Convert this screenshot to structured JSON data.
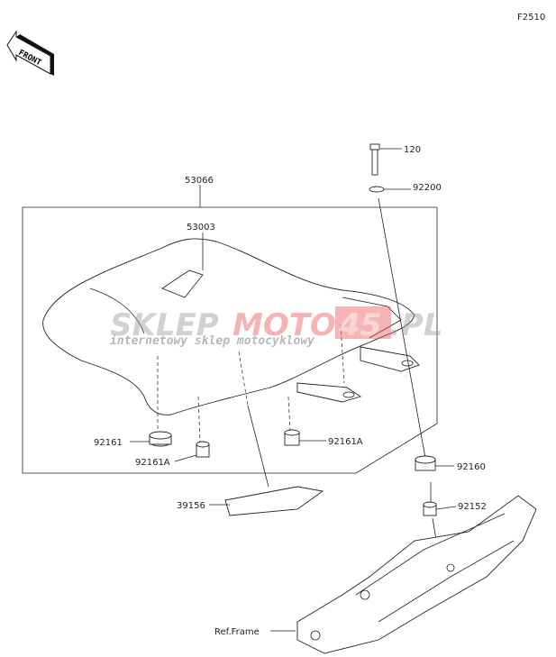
{
  "diagram_code": "F2510",
  "front_indicator": "FRONT",
  "watermark": {
    "brand_gray": "SKLEP",
    "brand_red": "MOTO",
    "brand_box": "45",
    "brand_tld": ".PL",
    "tagline": "internetowy sklep motocyklowy",
    "red": "#e85a5a",
    "gray": "#9a9a9a"
  },
  "parts": {
    "bolt": "120",
    "washer": "92200",
    "seat_assembly": "53066",
    "seat": "53003",
    "damper_left": "92161",
    "damper_a_left": "92161A",
    "damper_a_right": "92161A",
    "grommet": "92160",
    "plate": "39156",
    "collar": "92152",
    "frame_ref": "Ref.Frame"
  }
}
